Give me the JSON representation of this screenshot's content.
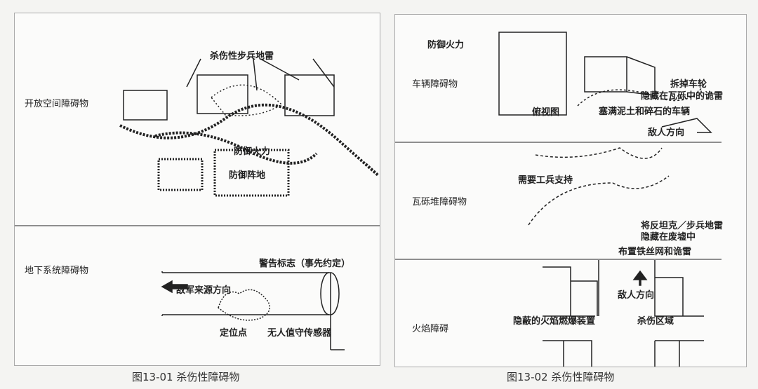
{
  "fig1": {
    "caption": "图13-01 杀伤性障碍物",
    "open_space": {
      "label": "开放空间障碍物",
      "mines": "杀伤性步兵地雷",
      "fire": "防御火力",
      "position": "防御阵地"
    },
    "underground": {
      "label": "地下系统障碍物",
      "warning": "警告标志（事先约定）",
      "enemy": "敌军来源方向",
      "point": "定位点",
      "sensor": "无人值守传感器"
    }
  },
  "fig2": {
    "caption": "图13-02 杀伤性障碍物",
    "vehicle": {
      "label": "车辆障碍物",
      "fire": "防御火力",
      "wheels": "拆掉车轮",
      "booby": "隐藏在瓦砾中的诡雷",
      "filled": "塞满泥土和碎石的车辆",
      "topview": "俯视图",
      "enemy": "敌人方向"
    },
    "rubble": {
      "label": "瓦砾堆障碍物",
      "engineer": "需要工兵支持",
      "mines1": "将反坦克／步兵地雷",
      "mines2": "隐藏在废墟中",
      "wire": "布置铁丝网和诡雷"
    },
    "flame": {
      "label": "火焰障碍",
      "enemy": "敌人方向",
      "device": "隐蔽的火焰燃爆装置",
      "kill": "杀伤区域"
    }
  }
}
